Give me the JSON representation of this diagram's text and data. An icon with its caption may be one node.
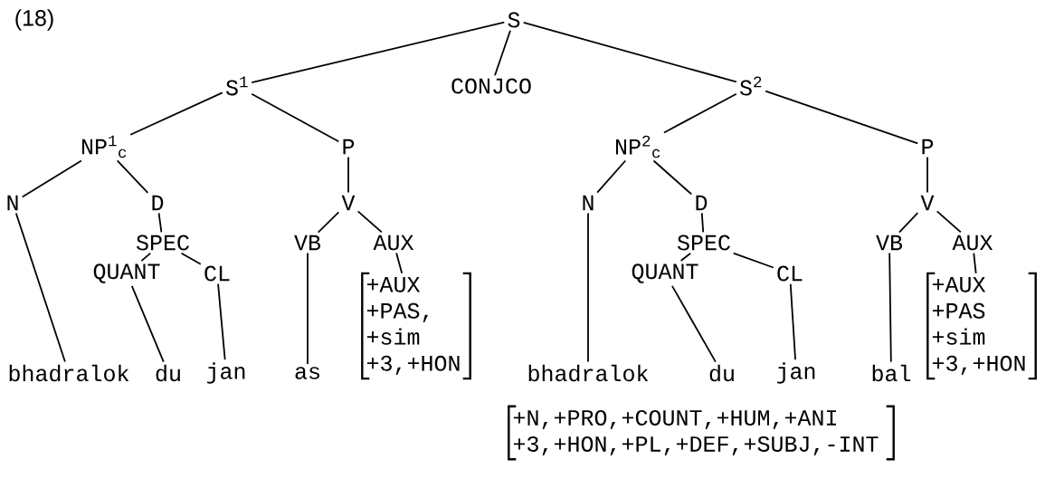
{
  "diagram": {
    "nodes": [
      {
        "text": [
          "S"
        ]
      },
      {
        "text": [
          "S$^{1}$"
        ]
      },
      {
        "text": [
          "CONJCO"
        ]
      },
      {
        "text": [
          "S$^{2}$"
        ]
      },
      {
        "text": [
          "NP$^{1}$$_{c}$"
        ]
      },
      {
        "text": [
          "P"
        ]
      },
      {
        "text": [
          "N"
        ]
      },
      {
        "text": [
          "D"
        ]
      },
      {
        "text": [
          "SPEC"
        ]
      },
      {
        "text": [
          "QUANT"
        ]
      },
      {
        "text": [
          "CL"
        ]
      },
      {
        "text": [
          "V"
        ]
      },
      {
        "text": [
          "VB"
        ]
      },
      {
        "text": [
          "AUX"
        ]
      },
      {
        "text": [
          "+AUX +PAS, +sim +3,+HON"
        ]
      },
      {
        "text": [
          "bhadralok"
        ]
      },
      {
        "text": [
          "du"
        ]
      },
      {
        "text": [
          "jan"
        ]
      },
      {
        "text": [
          "as"
        ]
      },
      {
        "text": [
          "NP$^{2}$$_{c}$"
        ]
      },
      {
        "text": [
          "P"
        ]
      },
      {
        "text": [
          "N"
        ]
      },
      {
        "text": [
          "D"
        ]
      },
      {
        "text": [
          "SPEC"
        ]
      },
      {
        "text": [
          "QUANT"
        ]
      },
      {
        "text": [
          "CL"
        ]
      },
      {
        "text": [
          "V"
        ]
      },
      {
        "text": [
          "VB"
        ]
      },
      {
        "text": [
          "AUX"
        ]
      },
      {
        "text": [
          "+AUX +PAS +sim +3,+HON"
        ]
      },
      {
        "text": [
          "bhadralok"
        ]
      },
      {
        "text": [
          "du"
        ]
      },
      {
        "text": [
          "jan"
        ]
      },
      {
        "text": [
          "bal"
        ]
      },
      {
        "text": [
          "+N,+PRO,+COUNT,+HUM,+ANI +3,+HON,+PL,+DEF,+SUBJ,-INT"
        ]
      }
    ],
    "edges": [
      {
        "from": 0,
        "to": 1,
        "arrow": "none"
      },
      {
        "from": 0,
        "to": 2,
        "arrow": "none"
      },
      {
        "from": 0,
        "to": 3,
        "arrow": "none"
      },
      {
        "from": 1,
        "to": 4,
        "arrow": "none"
      },
      {
        "from": 1,
        "to": 5,
        "arrow": "none"
      },
      {
        "from": 4,
        "to": 6,
        "arrow": "none"
      },
      {
        "from": 4,
        "to": 7,
        "arrow": "none"
      },
      {
        "from": 7,
        "to": 8,
        "arrow": "none"
      },
      {
        "from": 8,
        "to": 9,
        "arrow": "none"
      },
      {
        "from": 8,
        "to": 10,
        "arrow": "none"
      },
      {
        "from": 5,
        "to": 11,
        "arrow": "none"
      },
      {
        "from": 11,
        "to": 12,
        "arrow": "none"
      },
      {
        "from": 11,
        "to": 13,
        "arrow": "none"
      },
      {
        "from": 13,
        "to": 14,
        "arrow": "none"
      },
      {
        "from": 6,
        "to": 15,
        "arrow": "none"
      },
      {
        "from": 9,
        "to": 16,
        "arrow": "none"
      },
      {
        "from": 10,
        "to": 17,
        "arrow": "none"
      },
      {
        "from": 12,
        "to": 18,
        "arrow": "none"
      },
      {
        "from": 3,
        "to": 19,
        "arrow": "none"
      },
      {
        "from": 3,
        "to": 20,
        "arrow": "none"
      },
      {
        "from": 19,
        "to": 21,
        "arrow": "none"
      },
      {
        "from": 19,
        "to": 22,
        "arrow": "none"
      },
      {
        "from": 22,
        "to": 23,
        "arrow": "none"
      },
      {
        "from": 23,
        "to": 24,
        "arrow": "none"
      },
      {
        "from": 23,
        "to": 25,
        "arrow": "none"
      },
      {
        "from": 20,
        "to": 26,
        "arrow": "none"
      },
      {
        "from": 26,
        "to": 27,
        "arrow": "none"
      },
      {
        "from": 26,
        "to": 28,
        "arrow": "none"
      },
      {
        "from": 28,
        "to": 29,
        "arrow": "none"
      },
      {
        "from": 21,
        "to": 30,
        "arrow": "none"
      },
      {
        "from": 24,
        "to": 31,
        "arrow": "none"
      },
      {
        "from": 25,
        "to": 32,
        "arrow": "none"
      },
      {
        "from": 27,
        "to": 33,
        "arrow": "none"
      }
    ],
    "labels": [
      "(18)"
    ]
  }
}
